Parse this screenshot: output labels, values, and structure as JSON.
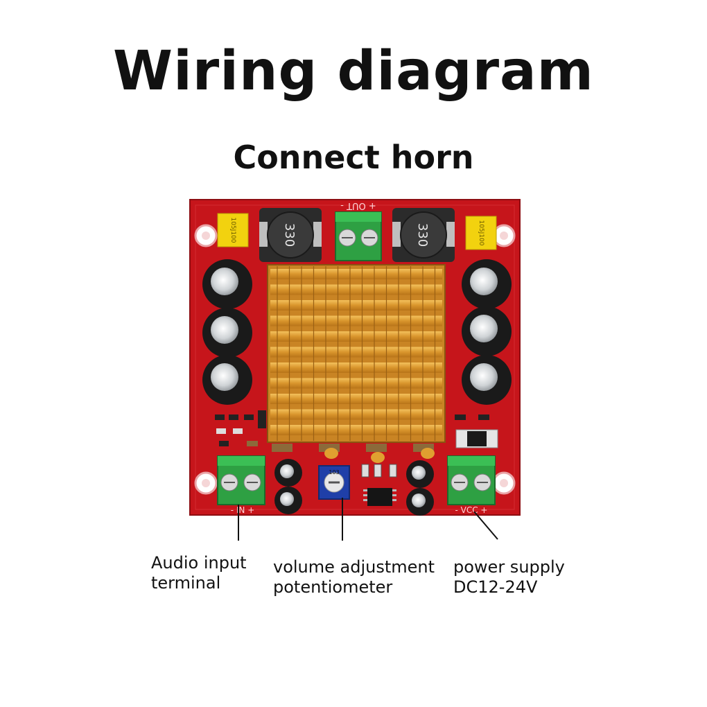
{
  "title": "Wiring diagram",
  "subtitle": "Connect horn",
  "board": {
    "top_silk": "+ OUT -",
    "inductor_mark": "330",
    "cap_mark": "105J100",
    "pot_mark": "103",
    "in_silk": "- IN +",
    "vcc_silk": "- VCC +",
    "colors": {
      "pcb": "#c6151b",
      "heatsink": "#e0a33c",
      "terminal": "#2ea043",
      "capacitor": "#1a1a1a",
      "film_cap": "#f2d20f",
      "potentiometer": "#1f3fa8"
    }
  },
  "labels": {
    "audio_input": [
      "Audio input",
      "terminal"
    ],
    "volume": [
      "volume adjustment",
      "potentiometer"
    ],
    "power": [
      "power supply",
      "DC12-24V"
    ]
  }
}
